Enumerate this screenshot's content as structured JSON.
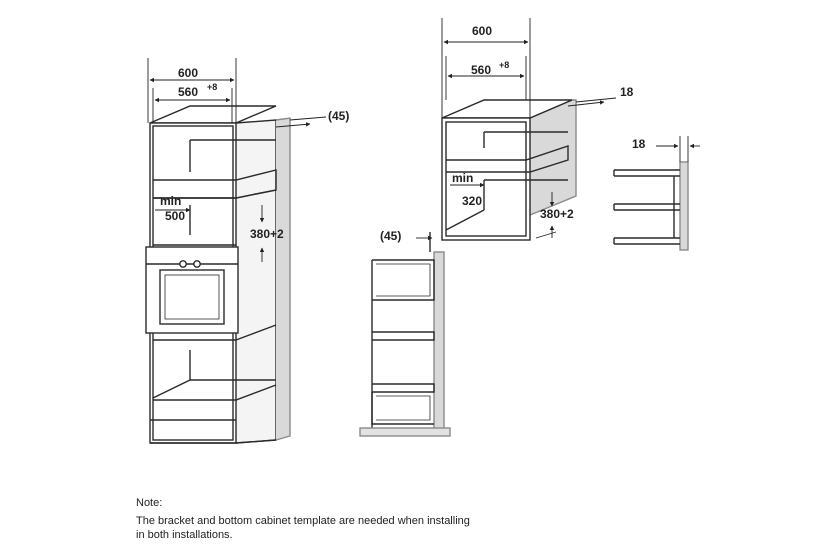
{
  "dimensions": {
    "width_600": "600",
    "width_560": "560",
    "tolerance_plus8": "+8",
    "gap_45": "(45)",
    "min_label": "min",
    "min_500": "500",
    "min_320": "320",
    "height_380": "380+2",
    "thickness_18": "18"
  },
  "note": {
    "title": "Note:",
    "line1": "The bracket and bottom cabinet template are needed when installing",
    "line2": "in both installations."
  },
  "colors": {
    "line": "#2a2a2a",
    "panel": "#d9d9d9",
    "panel_edge": "#8a8a8a"
  }
}
